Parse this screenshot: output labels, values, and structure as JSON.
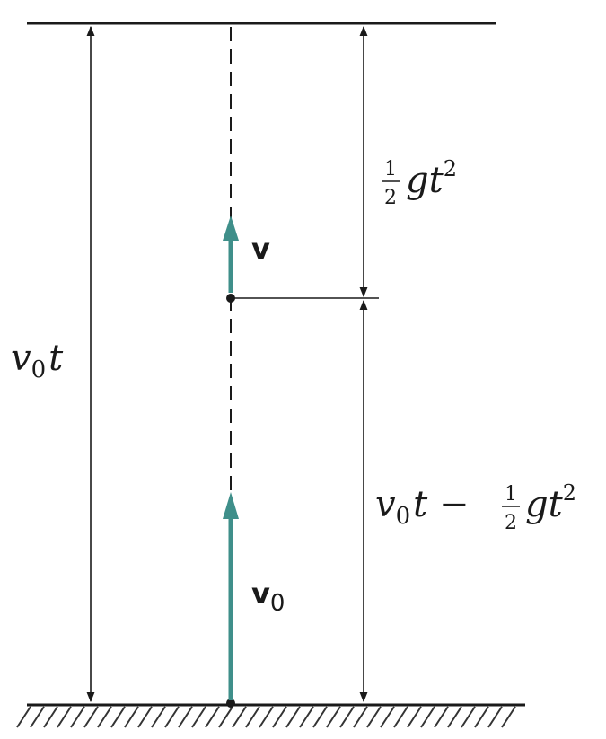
{
  "labels": {
    "left_total": {
      "main": "v",
      "sub": "0",
      "tail": "t"
    },
    "velocity": "v",
    "initial_velocity": {
      "main": "v",
      "sub": "0"
    },
    "upper_segment": {
      "num": "1",
      "den": "2",
      "tail": "gt",
      "exp": "2"
    },
    "lower_segment": {
      "main": "v",
      "sub": "0",
      "mid": "t −",
      "num": "1",
      "den": "2",
      "tail": "gt",
      "exp": "2"
    }
  },
  "colors": {
    "line": "#1a1a1a",
    "vector": "#3f8f8a",
    "hatch": "#333333"
  }
}
